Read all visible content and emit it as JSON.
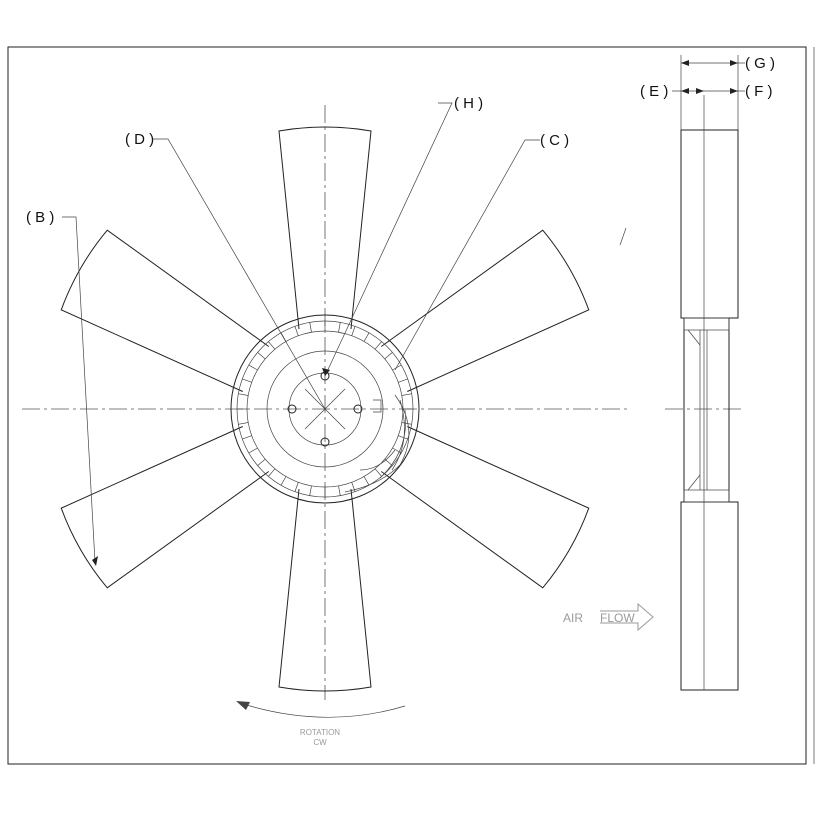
{
  "callouts": {
    "b": "( B )",
    "c": "( C )",
    "d": "( D )",
    "e": "( E )",
    "f": "( F )",
    "g": "( G )",
    "h": "( H )"
  },
  "airflow": {
    "air": "AIR",
    "flow": "FLOW"
  },
  "rotation": {
    "line1": "ROTATION",
    "line2": "CW"
  }
}
